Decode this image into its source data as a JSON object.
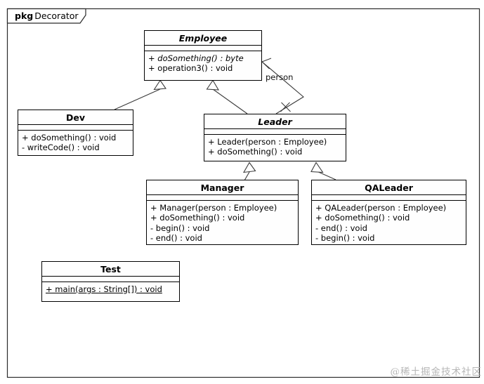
{
  "frame": {
    "keyword": "pkg",
    "title": "Decorator"
  },
  "diagram": {
    "classes": [
      {
        "name": "Employee",
        "abstract": true,
        "operations": [
          {
            "text": "+ doSomething() : byte",
            "abstract": true
          },
          {
            "text": "+ operation3() : void"
          }
        ]
      },
      {
        "name": "Dev",
        "abstract": false,
        "operations": [
          {
            "text": "+ doSomething() : void"
          },
          {
            "text": "- writeCode() : void"
          }
        ]
      },
      {
        "name": "Leader",
        "abstract": true,
        "operations": [
          {
            "text": "+ Leader(person : Employee)"
          },
          {
            "text": "+ doSomething() : void"
          }
        ]
      },
      {
        "name": "Manager",
        "abstract": false,
        "operations": [
          {
            "text": "+ Manager(person : Employee)"
          },
          {
            "text": "+ doSomething() : void"
          },
          {
            "text": "- begin() : void"
          },
          {
            "text": "- end() : void"
          }
        ]
      },
      {
        "name": "QALeader",
        "abstract": false,
        "operations": [
          {
            "text": "+ QALeader(person : Employee)"
          },
          {
            "text": "+ doSomething() : void"
          },
          {
            "text": "- end() : void"
          },
          {
            "text": "- begin() : void"
          }
        ]
      },
      {
        "name": "Test",
        "abstract": false,
        "operations": [
          {
            "text": "+ main(args : String[]) : void",
            "static": true
          }
        ]
      }
    ],
    "relations": [
      {
        "type": "generalization",
        "from": "Dev",
        "to": "Employee"
      },
      {
        "type": "generalization",
        "from": "Leader",
        "to": "Employee"
      },
      {
        "type": "generalization",
        "from": "Manager",
        "to": "Leader"
      },
      {
        "type": "generalization",
        "from": "QALeader",
        "to": "Leader"
      },
      {
        "type": "association",
        "from": "Leader",
        "to": "Employee",
        "label": "person",
        "target_marker": "open-arrow",
        "source_marker": "x-non-navigable"
      }
    ]
  },
  "watermark": "@稀土掘金技术社区",
  "colors": {
    "line": "#3a3a3a",
    "border": "#000000",
    "background": "#ffffff",
    "watermark": "#b6b6b6"
  }
}
